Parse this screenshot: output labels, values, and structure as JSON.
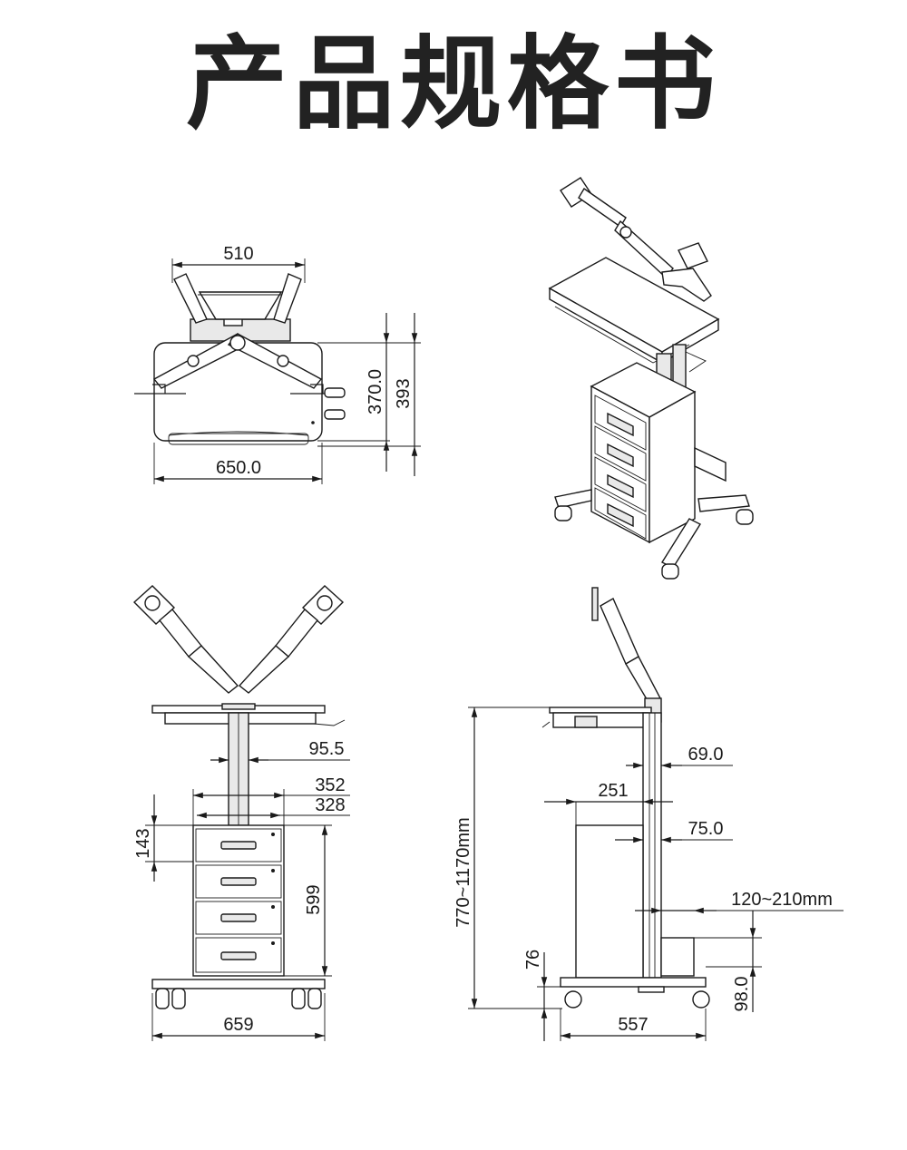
{
  "title": "产品规格书",
  "top_view": {
    "width_top": "510",
    "width_base": "650.0",
    "depth_inner": "370.0",
    "depth_outer": "393"
  },
  "front_view": {
    "column_offset": "95.5",
    "cabinet_outer": "352",
    "cabinet_inner": "328",
    "drawer_height": "143",
    "cabinet_height": "599",
    "base_width": "659"
  },
  "side_view": {
    "column_width": "69.0",
    "cabinet_depth": "251",
    "column_inner": "75.0",
    "stroke_range": "120~210mm",
    "total_height": "770~1170mm",
    "base_height": "76",
    "wheel_height": "98.0",
    "base_depth": "557"
  }
}
